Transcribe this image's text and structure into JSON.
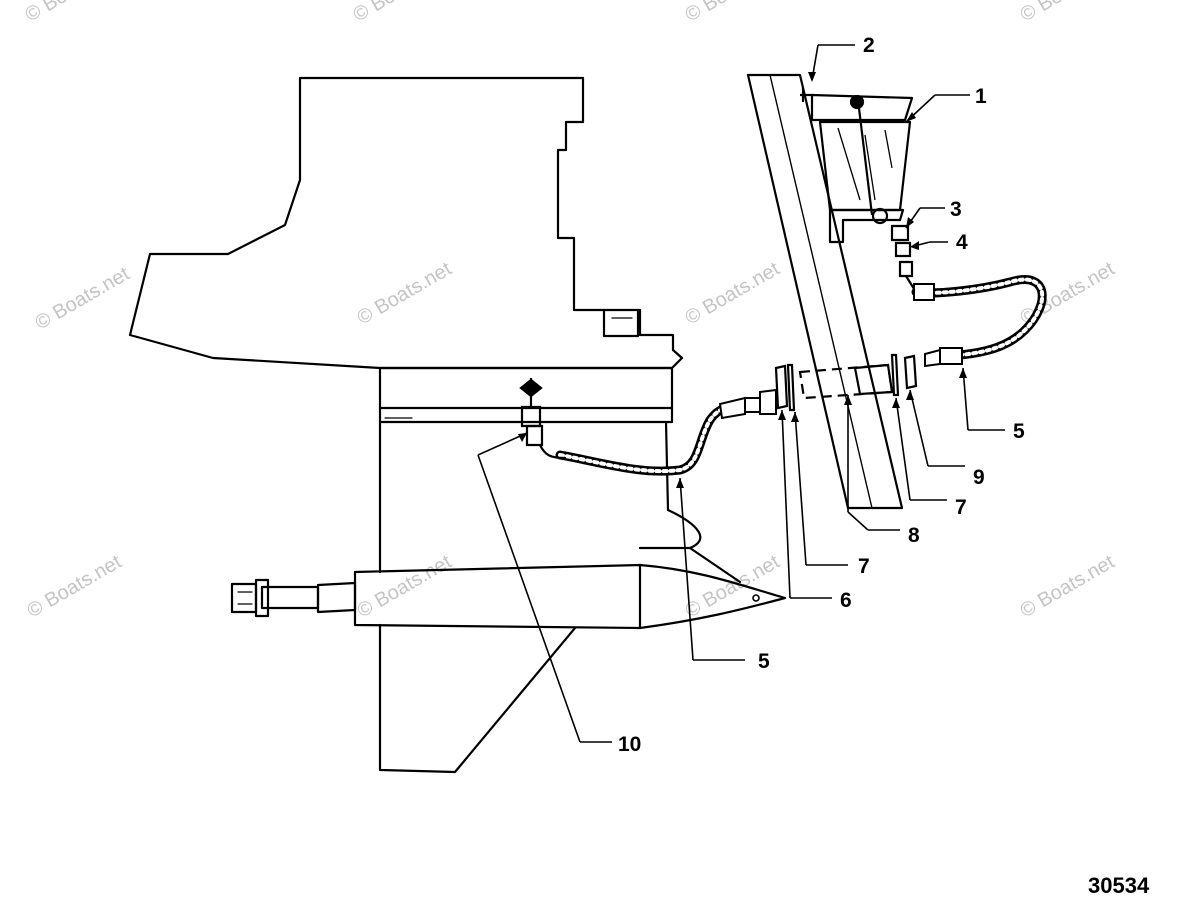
{
  "watermark_text": "© Boats.net",
  "figure_number": "30534",
  "callouts": [
    {
      "id": "callout-1",
      "label": "1"
    },
    {
      "id": "callout-2",
      "label": "2"
    },
    {
      "id": "callout-3",
      "label": "3"
    },
    {
      "id": "callout-4",
      "label": "4"
    },
    {
      "id": "callout-5a",
      "label": "5"
    },
    {
      "id": "callout-9",
      "label": "9"
    },
    {
      "id": "callout-7a",
      "label": "7"
    },
    {
      "id": "callout-8",
      "label": "8"
    },
    {
      "id": "callout-7b",
      "label": "7"
    },
    {
      "id": "callout-6",
      "label": "6"
    },
    {
      "id": "callout-5b",
      "label": "5"
    },
    {
      "id": "callout-10",
      "label": "10"
    }
  ],
  "colors": {
    "line": "#000000",
    "watermark": "#c4c4c4",
    "background": "#ffffff"
  }
}
